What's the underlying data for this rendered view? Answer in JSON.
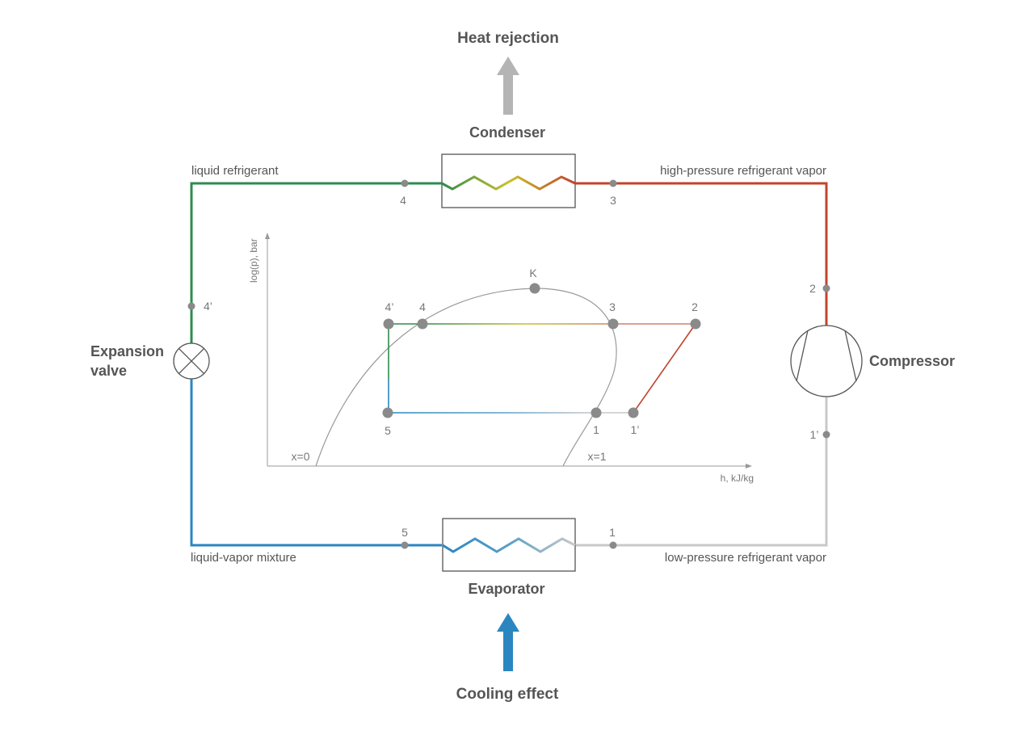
{
  "titles": {
    "heat_rejection": "Heat rejection",
    "cooling_effect": "Cooling effect",
    "condenser": "Condenser",
    "evaporator": "Evaporator",
    "compressor": "Compressor",
    "expansion_line1": "Expansion",
    "expansion_line2": "valve"
  },
  "lines": {
    "liquid_refrigerant": "liquid refrigerant",
    "high_pressure_vapor": "high-pressure refrigerant vapor",
    "liquid_vapor_mixture": "liquid-vapor mixture",
    "low_pressure_vapor": "low-pressure refrigerant vapor"
  },
  "circuit_points": {
    "p4": "4",
    "p3": "3",
    "p2": "2",
    "p4prime": "4’",
    "p1prime": "1’",
    "p5": "5",
    "p1": "1"
  },
  "chart": {
    "ylabel": "log(p), bar",
    "xlabel": "h, kJ/kg",
    "x0_label": "x=0",
    "x1_label": "x=1",
    "k_label": "K",
    "points": {
      "p4prime": "4’",
      "p4": "4",
      "p3": "3",
      "p2": "2",
      "p5": "5",
      "p1": "1",
      "p1prime": "1’"
    }
  },
  "colors": {
    "green": "#2e8b4f",
    "red": "#c0442b",
    "blue": "#2b86c0",
    "gray": "#c8c8c8",
    "yellow": "#c9c02a",
    "text": "#555555",
    "point": "#8a8a8a",
    "arrow_gray": "#b4b4b4",
    "arrow_blue": "#2b86c0"
  }
}
